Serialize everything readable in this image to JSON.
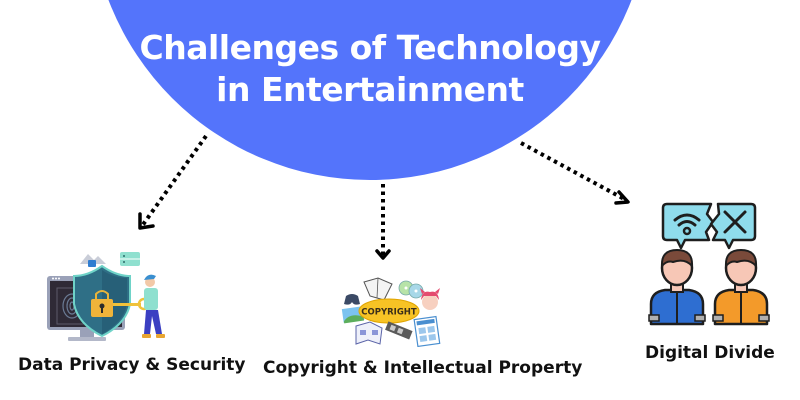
{
  "hub": {
    "title_line1": "Challenges of Technology",
    "title_line2": "in Entertainment",
    "color": "#5474fb"
  },
  "branches": [
    {
      "label": "Data Privacy & Security",
      "icon": "data-security-illustration",
      "elements": [
        "computer-monitor-fingerprint",
        "shield-padlock",
        "person-with-key",
        "cloud-lock",
        "server-rack"
      ]
    },
    {
      "label": "Copyright & Intellectual Property",
      "icon": "copyright-illustration",
      "badge_text": "COPYRIGHT",
      "elements": [
        "open-book",
        "cd-discs",
        "game-controller",
        "photo",
        "anime-character",
        "comic-book",
        "film-strip",
        "newspaper"
      ]
    },
    {
      "label": "Digital Divide",
      "icon": "digital-divide-illustration",
      "elements": [
        "broken-speech-bubble",
        "wifi-symbol",
        "x-symbol",
        "person-blue-shirt",
        "person-orange-shirt"
      ]
    }
  ],
  "connectors": {
    "style": "dotted-arrow",
    "color": "#000000"
  }
}
